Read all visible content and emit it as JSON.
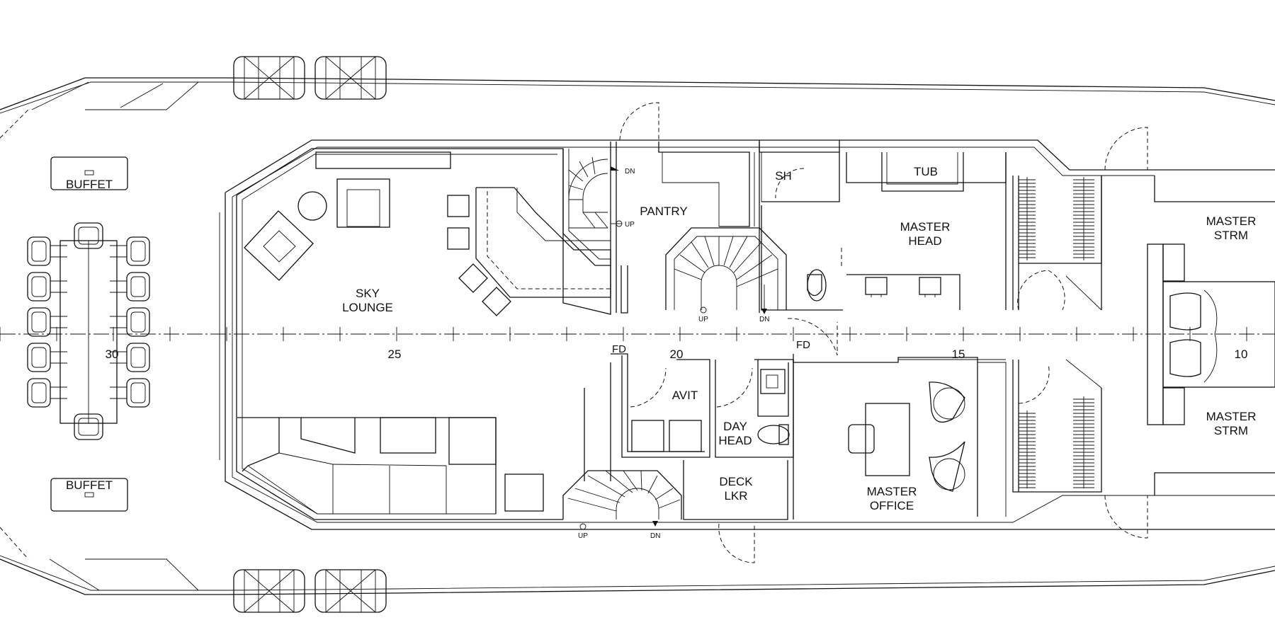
{
  "rooms": {
    "buffet_top": "BUFFET",
    "buffet_bottom": "BUFFET",
    "sky_lounge_1": "SKY",
    "sky_lounge_2": "LOUNGE",
    "pantry": "PANTRY",
    "sh": "SH",
    "tub": "TUB",
    "master_head_1": "MASTER",
    "master_head_2": "HEAD",
    "master_strm_top_1": "MASTER",
    "master_strm_top_2": "STRM",
    "master_strm_bottom_1": "MASTER",
    "master_strm_bottom_2": "STRM",
    "avit": "AVIT",
    "day_head_1": "DAY",
    "day_head_2": "HEAD",
    "deck_lkr_1": "DECK",
    "deck_lkr_2": "LKR",
    "master_office_1": "MASTER",
    "master_office_2": "OFFICE"
  },
  "markers": {
    "fd_left": "FD",
    "fd_right": "FD",
    "dn_pantry_stair": "DN",
    "up_pantry_stair": "UP",
    "up_center_stair": "UP",
    "dn_center_stair": "DN",
    "up_aft_stair": "UP",
    "dn_aft_stair": "DN"
  },
  "frames": {
    "f30": "30",
    "f25": "25",
    "f20": "20",
    "f15": "15",
    "f10": "10"
  }
}
